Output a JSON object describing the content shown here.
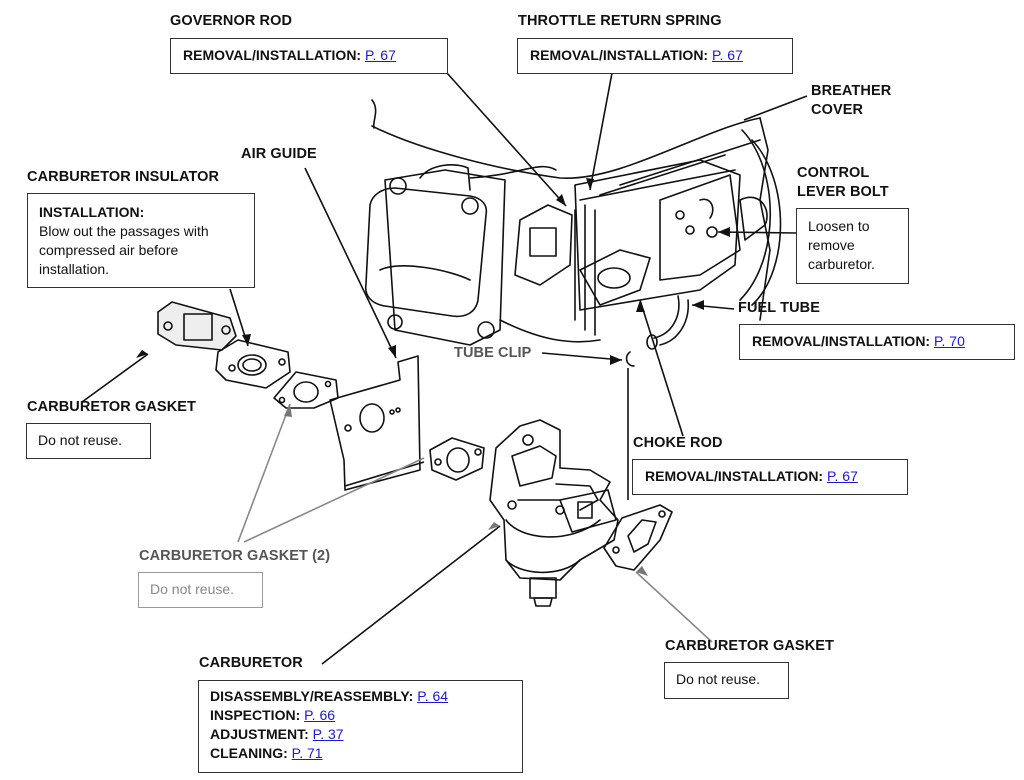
{
  "diagram": {
    "callouts": {
      "governor_rod": {
        "title": "GOVERNOR ROD",
        "lines": [
          {
            "label": "REMOVAL/INSTALLATION:",
            "link": "P. 67"
          }
        ]
      },
      "throttle_return_spring": {
        "title": "THROTTLE RETURN SPRING",
        "lines": [
          {
            "label": "REMOVAL/INSTALLATION:",
            "link": "P. 67"
          }
        ]
      },
      "breather_cover": {
        "title_line1": "BREATHER",
        "title_line2": "COVER"
      },
      "control_lever_bolt": {
        "title_line1": "CONTROL",
        "title_line2": "LEVER BOLT",
        "note_lines": [
          "Loosen to",
          "remove",
          "carburetor."
        ]
      },
      "carburetor_insulator": {
        "title": "CARBURETOR INSULATOR",
        "heading": "INSTALLATION:",
        "note_lines": [
          "Blow out the passages with",
          "compressed air before",
          "installation."
        ]
      },
      "air_guide": {
        "title": "AIR GUIDE"
      },
      "fuel_tube": {
        "title": "FUEL TUBE",
        "lines": [
          {
            "label": "REMOVAL/INSTALLATION:",
            "link": "P. 70"
          }
        ]
      },
      "tube_clip": {
        "title": "TUBE CLIP"
      },
      "carburetor_gasket_left": {
        "title": "CARBURETOR GASKET",
        "note": "Do not reuse."
      },
      "choke_rod": {
        "title": "CHOKE ROD",
        "lines": [
          {
            "label": "REMOVAL/INSTALLATION:",
            "link": "P. 67"
          }
        ]
      },
      "carburetor_gasket_2": {
        "title": "CARBURETOR GASKET (2)",
        "note": "Do not reuse."
      },
      "carburetor_gasket_right": {
        "title": "CARBURETOR GASKET",
        "note": "Do not reuse."
      },
      "carburetor": {
        "title": "CARBURETOR",
        "lines": [
          {
            "label": "DISASSEMBLY/REASSEMBLY:",
            "link": "P. 64"
          },
          {
            "label": "INSPECTION:",
            "link": "P. 66"
          },
          {
            "label": "ADJUSTMENT:",
            "link": "P. 37"
          },
          {
            "label": "CLEANING:",
            "link": "P. 71"
          }
        ]
      }
    },
    "colors": {
      "link": "#1a1ad6",
      "ink": "#111111",
      "faded": "#888888"
    }
  }
}
